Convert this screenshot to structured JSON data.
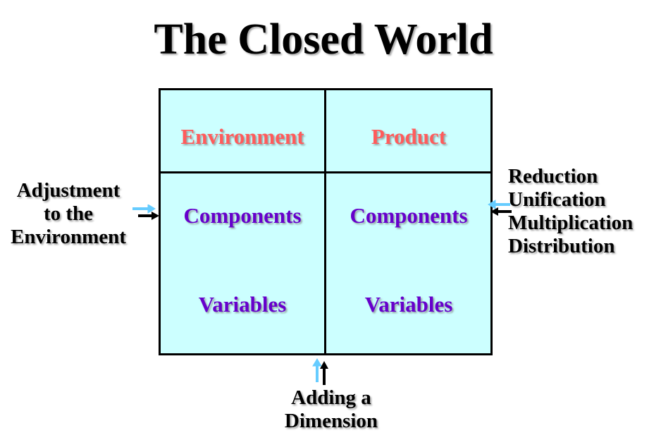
{
  "title": "The Closed World",
  "colors": {
    "grid_fill": "#ccffff",
    "header_text": "#ff5b5b",
    "body_text": "#6600cc",
    "arrow_shadow": "#66ccff"
  },
  "grid": {
    "headers": [
      "Environment",
      "Product"
    ],
    "rows": [
      [
        "Components",
        "Components"
      ],
      [
        "Variables",
        "Variables"
      ]
    ]
  },
  "left_label": [
    "Adjustment",
    "to the",
    "Environment"
  ],
  "right_label": [
    "Reduction",
    "Unification",
    "Multiplication",
    "Distribution"
  ],
  "bottom_label": [
    "Adding a",
    "Dimension"
  ]
}
